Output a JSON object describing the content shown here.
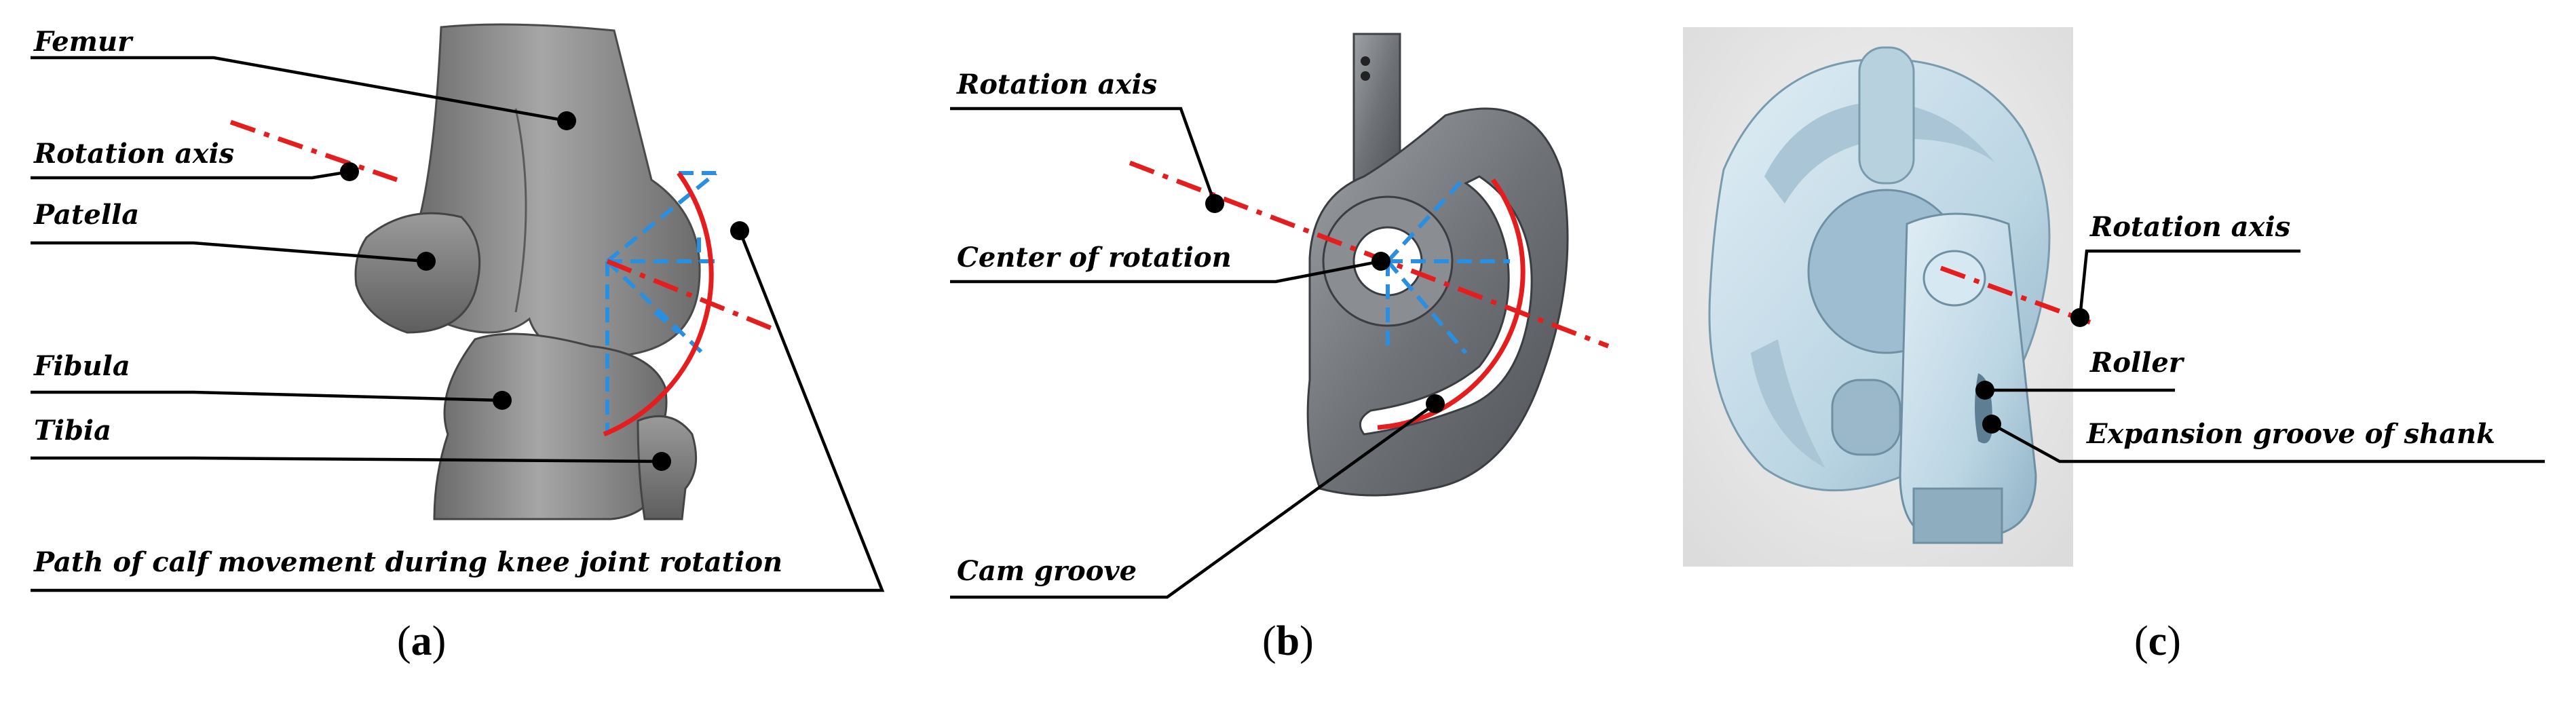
{
  "panels": {
    "a": {
      "caption_letter": "a",
      "labels": {
        "femur": "Femur",
        "rotation_axis": "Rotation axis",
        "patella": "Patella",
        "fibula": "Fibula",
        "tibia": "Tibia",
        "path": "Path of calf movement during knee joint rotation"
      }
    },
    "b": {
      "caption_letter": "b",
      "labels": {
        "rotation_axis": "Rotation axis",
        "center_of_rotation": "Center of rotation",
        "cam_groove": "Cam groove"
      }
    },
    "c": {
      "caption_letter": "c",
      "labels": {
        "rotation_axis": "Rotation axis",
        "roller": "Roller",
        "expansion_groove": "Expansion groove of shank"
      }
    }
  },
  "caption_parens": {
    "open": "(",
    "close": ")"
  },
  "colors": {
    "axis_line": "#e41e1e",
    "guide_lines": "#2a8fe0",
    "bone": "#8a8a8a",
    "metal": "#7d8085",
    "mechanism": "#c6dde9"
  }
}
